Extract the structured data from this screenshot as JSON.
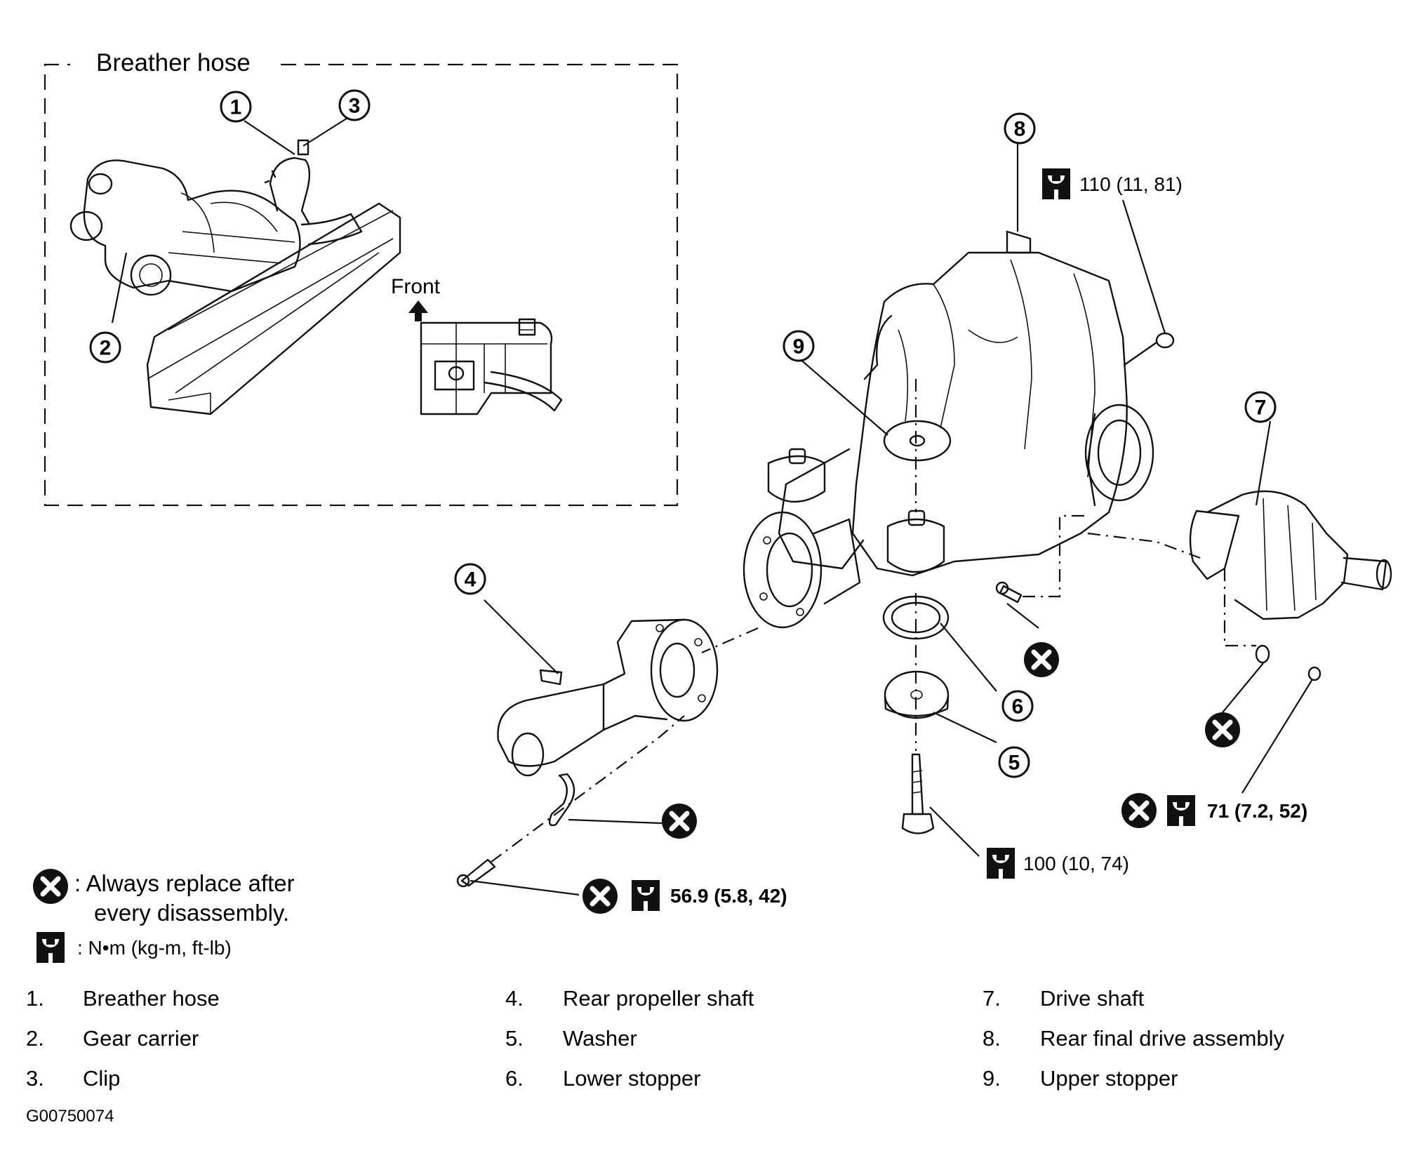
{
  "inset": {
    "title": "Breather hose",
    "front_label": "Front"
  },
  "callouts": [
    "1",
    "2",
    "3",
    "4",
    "5",
    "6",
    "7",
    "8",
    "9"
  ],
  "torques": {
    "t8": "110 (11, 81)",
    "t7": "71 (7.2, 52)",
    "t5": "100 (10, 74)",
    "t4": "56.9 (5.8, 42)"
  },
  "legend": {
    "replace_line1": ": Always replace after",
    "replace_line2": "every disassembly.",
    "torque_units": ":  N•m  (kg-m,  ft-lb)"
  },
  "parts_list": [
    {
      "num": "1.",
      "label": "Breather hose"
    },
    {
      "num": "2.",
      "label": "Gear carrier"
    },
    {
      "num": "3.",
      "label": "Clip"
    },
    {
      "num": "4.",
      "label": "Rear propeller shaft"
    },
    {
      "num": "5.",
      "label": "Washer"
    },
    {
      "num": "6.",
      "label": "Lower stopper"
    },
    {
      "num": "7.",
      "label": "Drive shaft"
    },
    {
      "num": "8.",
      "label": "Rear final drive assembly"
    },
    {
      "num": "9.",
      "label": "Upper stopper"
    }
  ],
  "figure_id": "G00750074",
  "icons": {
    "replace": "always-replace-icon",
    "torque": "torque-wrench-icon",
    "arrow": "front-arrow-icon"
  }
}
